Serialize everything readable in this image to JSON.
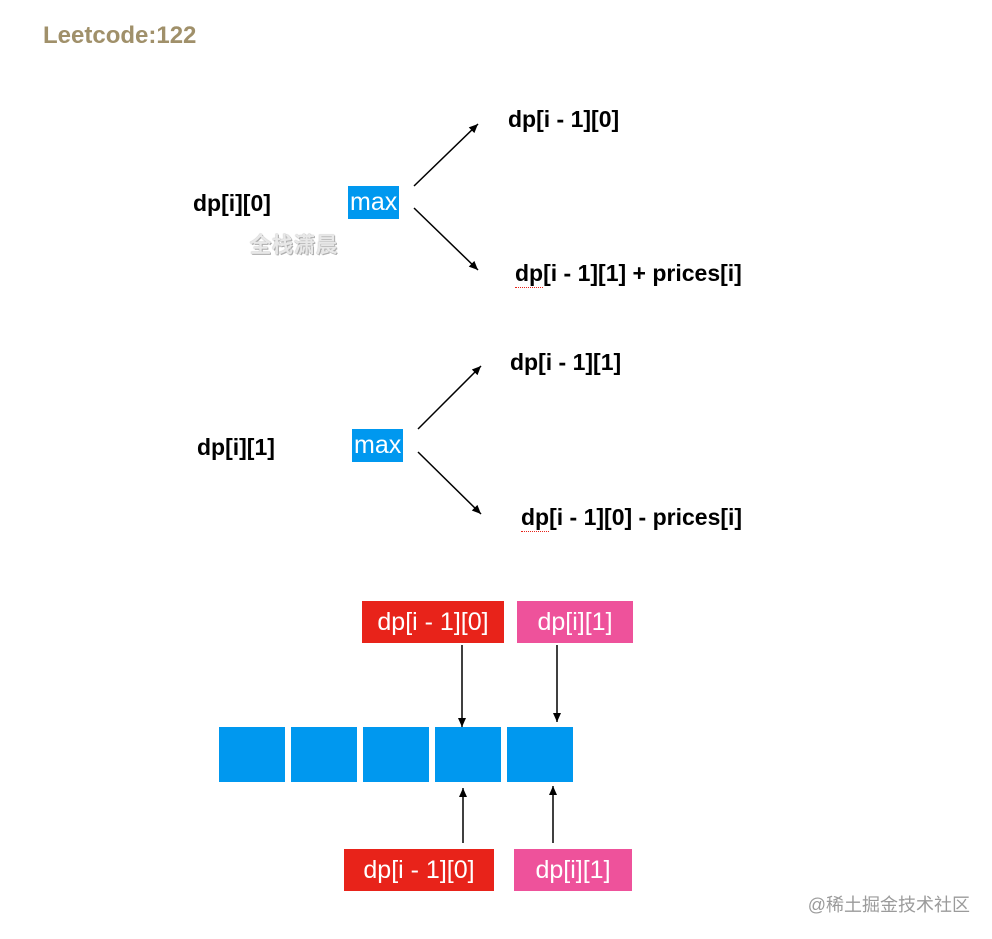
{
  "title": "Leetcode:122",
  "top_diagram": {
    "state0": {
      "label": "dp[i][0]",
      "op": "max",
      "choice_a": "dp[i - 1][0]",
      "choice_b_prefix": "dp",
      "choice_b_rest": "[i - 1][1] + prices[i]"
    },
    "state1": {
      "label": "dp[i][1]",
      "op": "max",
      "choice_a": "dp[i - 1][1]",
      "choice_b_prefix": "dp",
      "choice_b_rest": "[i - 1][0] - prices[i]"
    }
  },
  "bottom_diagram": {
    "top_red_label": "dp[i - 1][0]",
    "top_pink_label": "dp[i][1]",
    "bottom_red_label": "dp[i - 1][0]",
    "bottom_pink_label": "dp[i][1]",
    "cell_count": 5
  },
  "watermarks": {
    "center": "全栈潇晨",
    "corner": "@稀土掘金技术社区"
  },
  "colors": {
    "title": "#a0906a",
    "blue": "#0098ef",
    "red": "#e8231a",
    "pink": "#ee529b"
  }
}
